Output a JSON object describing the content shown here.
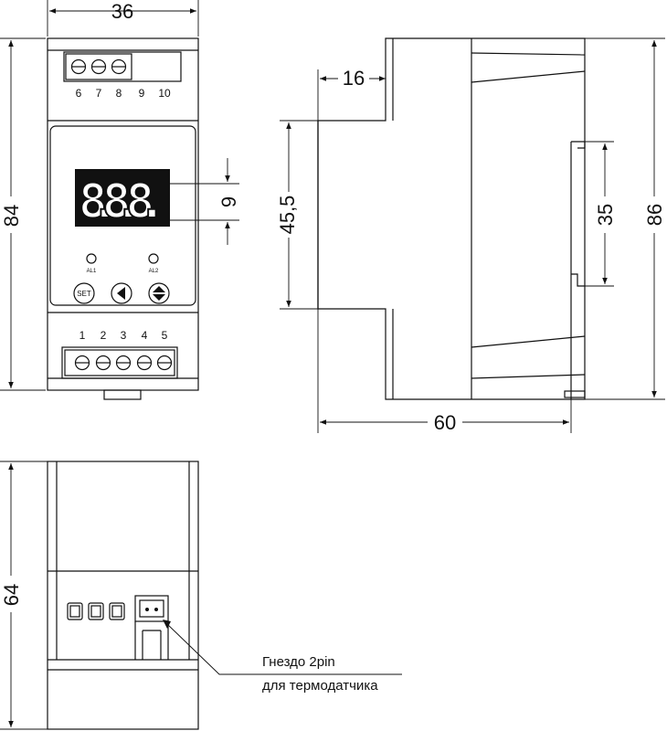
{
  "dimensions": {
    "front_width": "36",
    "front_height": "84",
    "display_height": "9",
    "side_offset": "16",
    "side_inner_height": "45,5",
    "side_depth": "60",
    "side_rail_height": "35",
    "side_total_height": "86",
    "bottom_height": "64"
  },
  "front": {
    "top_terminals": [
      "6",
      "7",
      "8",
      "9",
      "10"
    ],
    "bottom_terminals": [
      "1",
      "2",
      "3",
      "4",
      "5"
    ],
    "display_text": "8.8.8.",
    "leds": [
      "AL1",
      "AL2"
    ],
    "buttons": {
      "set_label": "SET"
    }
  },
  "bottom_view": {
    "callout_line1": "Гнездо 2pin",
    "callout_line2": "для термодатчика"
  }
}
